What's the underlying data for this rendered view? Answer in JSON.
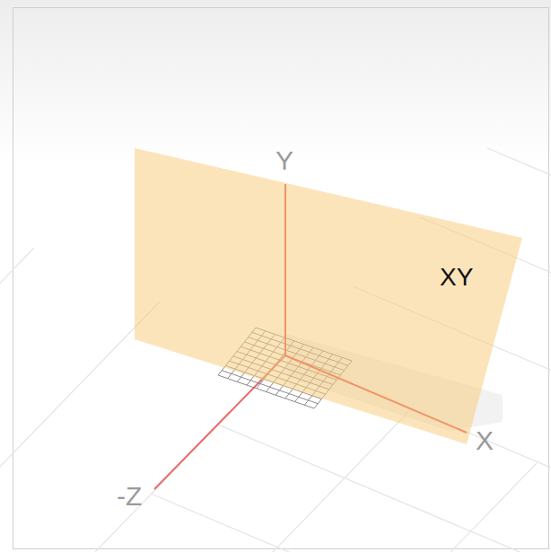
{
  "diagram": {
    "nodes": [
      {
        "text": [
          "XY"
        ]
      }
    ],
    "labels": [
      "Y",
      "X",
      "-Z"
    ]
  }
}
